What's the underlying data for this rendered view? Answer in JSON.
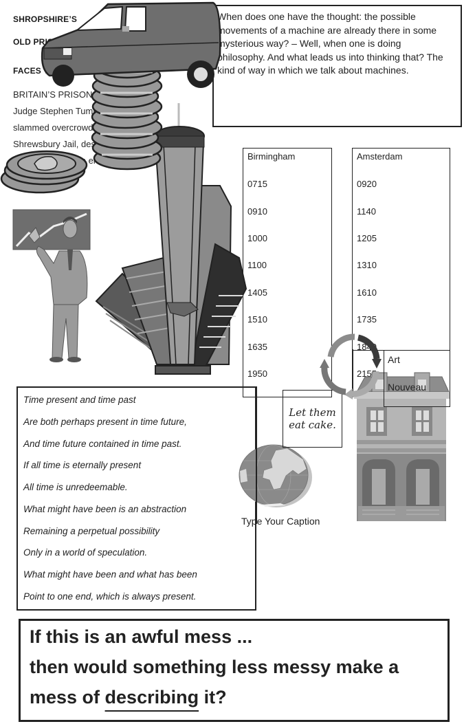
{
  "article": {
    "headline_lines": [
      "SHROPSHIRE’S",
      "OLD PRISON",
      "FACES THE AXE"
    ],
    "body_lines": [
      "BRITAIN’S PRISON watchdog",
      "Judge Stephen Tumim today",
      "slammed overcrowding at",
      "Shrewsbury Jail, describing",
      "cells like ‘Victorian era’ and",
      "‘satanic’.\""
    ]
  },
  "quote": {
    "text": "When does one have the thought: the possible movements of a machine are already there in some mysterious way? – Well, when one is doing philosophy. And what leads us into thinking that? The kind of way in which we talk about machines."
  },
  "timetable": {
    "columns": [
      {
        "header": "Birmingham",
        "times": [
          "0715",
          "0910",
          "1000",
          "1100",
          "1405",
          "1510",
          "1635",
          "1950"
        ]
      },
      {
        "header": "Amsterdam",
        "times": [
          "0920",
          "1140",
          "1205",
          "1310",
          "1610",
          "1735",
          "1840",
          "2155"
        ]
      }
    ]
  },
  "poem": {
    "lines": [
      "Time present and time past",
      "Are both perhaps present in time future,",
      "And time future contained in time past.",
      "If all time is eternally present",
      "All time is unredeemable.",
      "What might have been is an abstraction",
      "Remaining a perpetual possibility",
      "Only in a world of speculation.",
      "What might have been and what has been",
      "Point to one end, which is always present."
    ]
  },
  "cake": {
    "line1": "Let them",
    "line2": "eat cake."
  },
  "art_nouveau": {
    "line1": "Art",
    "line2": "Nouveau"
  },
  "globe": {
    "caption": "Type Your Caption"
  },
  "mess": {
    "line1": "If this is an awful mess ...",
    "line2": "then would something less messy make a",
    "line3_pre": "mess of ",
    "line3_underlined": "describing",
    "line3_post": " it?"
  },
  "clipart": {
    "van": "van-icon",
    "coins": "coin-stack-icon",
    "skyscrapers": "skyscrapers-icon",
    "businessman": "businessman-presenter-icon",
    "cycle_arrows": "cycle-arrows-icon",
    "globe": "globe-icon",
    "townhouse": "townhouse-icon"
  }
}
